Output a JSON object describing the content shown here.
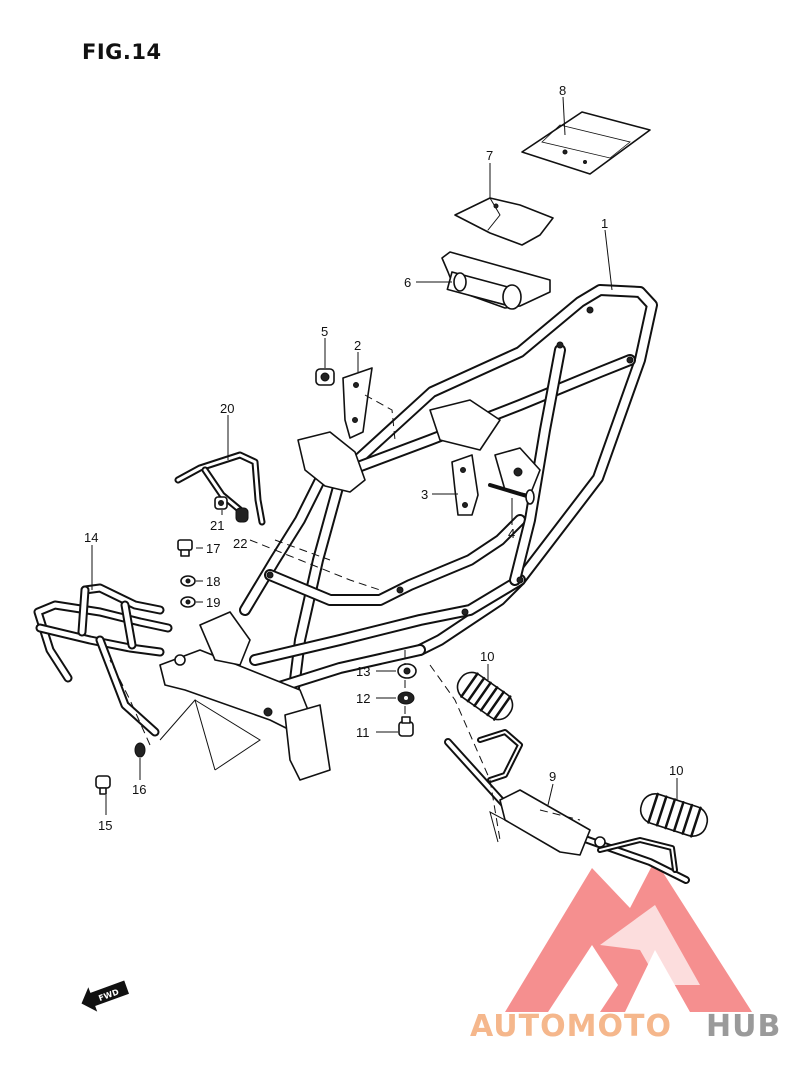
{
  "figure": {
    "title": "FIG.14"
  },
  "callouts": {
    "c1": "1",
    "c2": "2",
    "c3": "3",
    "c4": "4",
    "c5": "5",
    "c6": "6",
    "c7": "7",
    "c8": "8",
    "c9": "9",
    "c10a": "10",
    "c10b": "10",
    "c11": "11",
    "c12": "12",
    "c13": "13",
    "c14": "14",
    "c15": "15",
    "c16": "16",
    "c17": "17",
    "c18": "18",
    "c19": "19",
    "c20": "20",
    "c21": "21",
    "c22": "22"
  },
  "direction_marker": "FWD",
  "watermark": {
    "part1": "AUTOMOTO",
    "part2": "HUB",
    "color_part1": "#f5b78c",
    "color_part2": "#9a9a9a",
    "logo_color": "#f47c7c"
  },
  "icons": {
    "direction": "fwd-arrow-icon",
    "logo": "automotohub-logo-icon"
  }
}
